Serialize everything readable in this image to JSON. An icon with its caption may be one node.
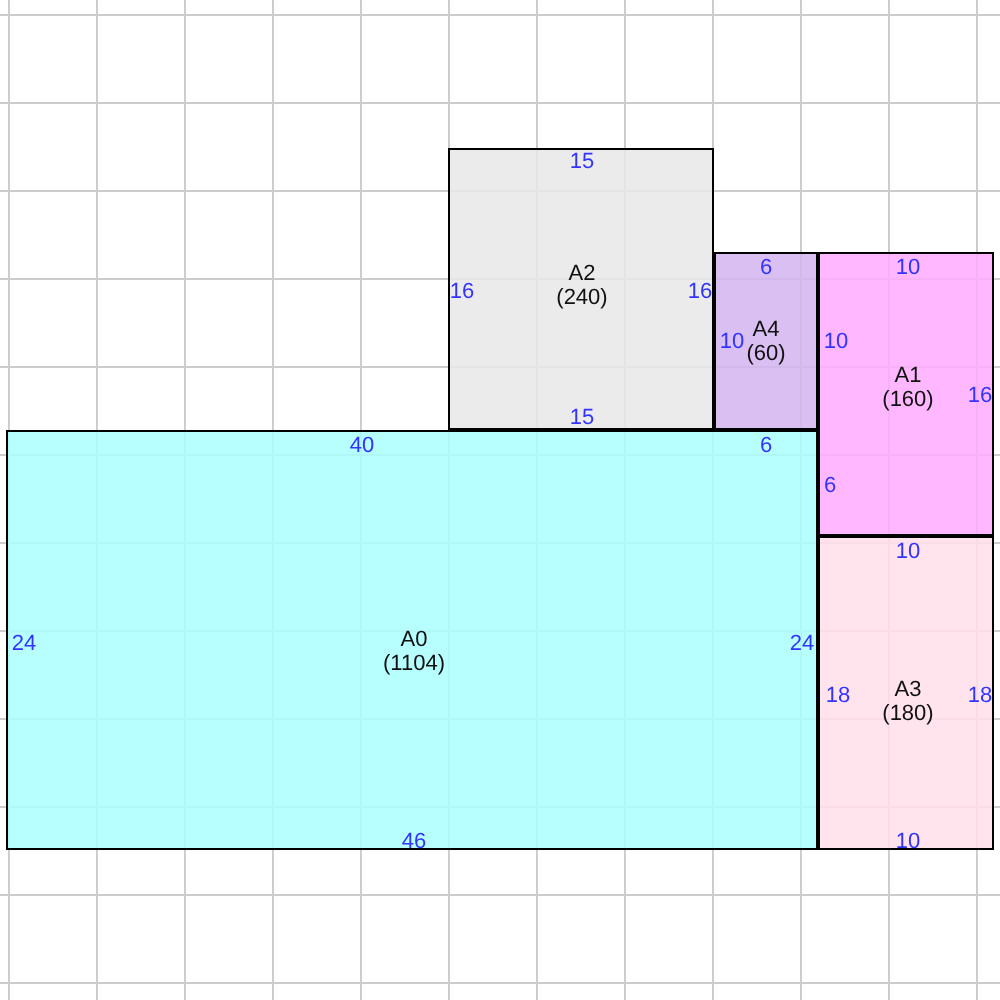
{
  "diagram": {
    "nodes": [
      {
        "text": [
          "A2",
          "(240)",
          "15",
          "16",
          "16",
          "15"
        ]
      },
      {
        "text": [
          "A4",
          "(60)",
          "6",
          "10"
        ]
      },
      {
        "text": [
          "A1",
          "(160)",
          "10",
          "10",
          "16",
          "6"
        ]
      },
      {
        "text": [
          "A0",
          "(1104)",
          "40",
          "6",
          "24",
          "24",
          "46"
        ]
      },
      {
        "text": [
          "A3",
          "(180)",
          "10",
          "18",
          "18",
          "10"
        ]
      }
    ]
  }
}
